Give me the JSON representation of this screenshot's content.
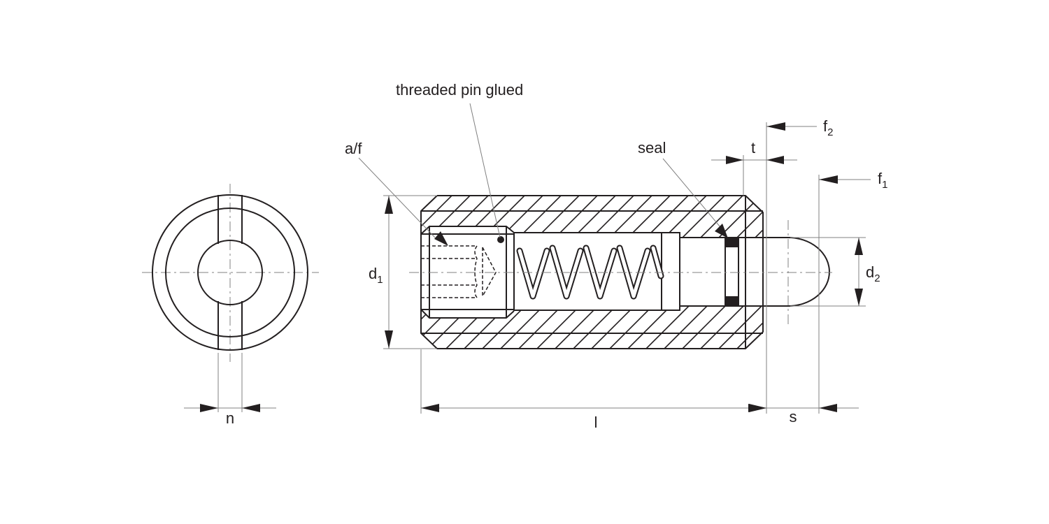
{
  "drawing": {
    "title": "Spring plunger with threaded pin and seal",
    "callouts": {
      "threaded_pin": "threaded pin glued",
      "across_flats": "a/f",
      "seal": "seal"
    },
    "dimensions": {
      "n": "n",
      "d1": "d",
      "d1_sub": "1",
      "d2": "d",
      "d2_sub": "2",
      "l": "l",
      "s": "s",
      "t": "t",
      "f1": "f",
      "f1_sub": "1",
      "f2": "f",
      "f2_sub": "2"
    },
    "colors": {
      "line": "#231f20",
      "dim_line": "#808080",
      "background": "#ffffff"
    }
  }
}
